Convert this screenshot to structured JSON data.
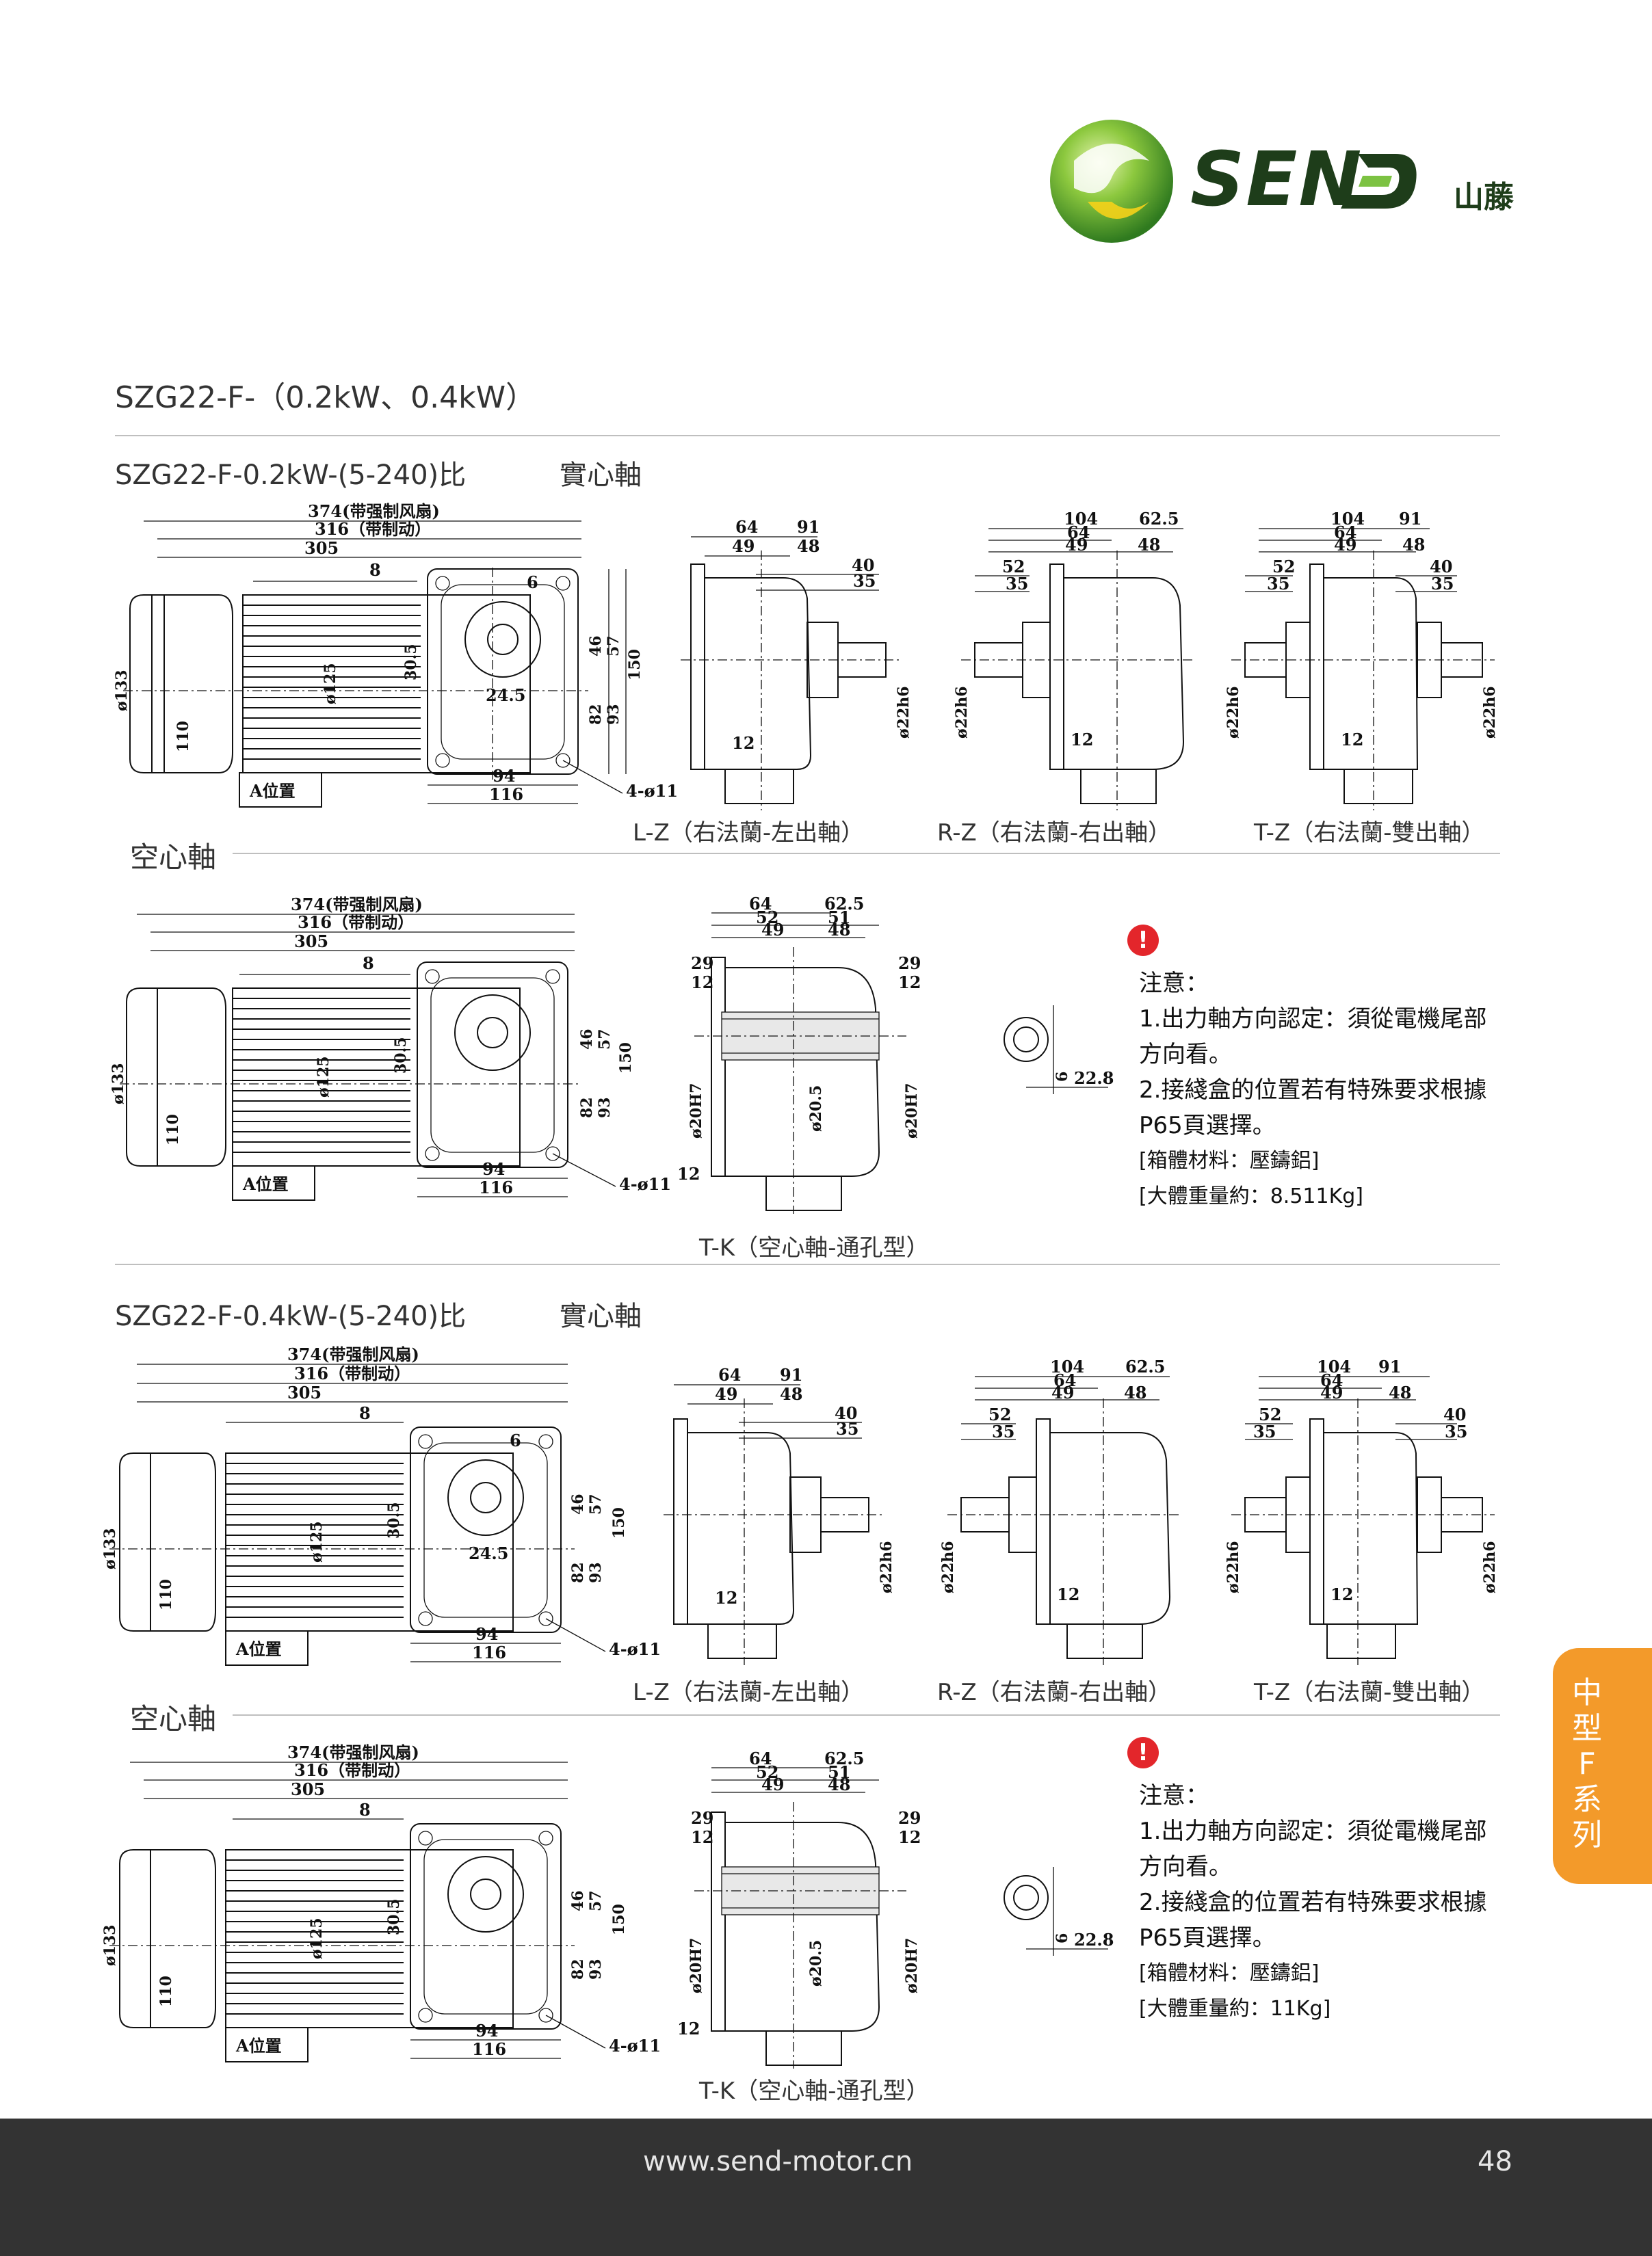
{
  "brand": {
    "name": "SEND",
    "chinese": "山藤",
    "colors": {
      "green": "#7cc242",
      "dark": "#1e3d1a",
      "orange": "#f39a2a"
    }
  },
  "page_title": "SZG22-F-（0.2kW、0.4kW）",
  "sections": [
    {
      "model_title": "SZG22-F-0.2kW-(5-240)比",
      "solid_label": "實心軸",
      "hollow_label": "空心軸",
      "captions": {
        "lz": "L-Z（右法蘭-左出軸）",
        "rz": "R-Z（右法蘭-右出軸）",
        "tz": "T-Z（右法蘭-雙出軸）",
        "tk": "T-K（空心軸-通孔型）"
      },
      "notes": {
        "heading": "注意：",
        "line1": "1.出力軸方向認定：須從電機尾部",
        "line2": "方向看。",
        "line3": "2.接綫盒的位置若有特殊要求根據",
        "line4": "P65頁選擇。",
        "material": "[箱體材料：壓鑄鋁]",
        "weight": "[大體重量約：8.511Kg]"
      }
    },
    {
      "model_title": "SZG22-F-0.4kW-(5-240)比",
      "solid_label": "實心軸",
      "hollow_label": "空心軸",
      "captions": {
        "lz": "L-Z（右法蘭-左出軸）",
        "rz": "R-Z（右法蘭-右出軸）",
        "tz": "T-Z（右法蘭-雙出軸）",
        "tk": "T-K（空心軸-通孔型）"
      },
      "notes": {
        "heading": "注意：",
        "line1": "1.出力軸方向認定：須從電機尾部",
        "line2": "方向看。",
        "line3": "2.接綫盒的位置若有特殊要求根據",
        "line4": "P65頁選擇。",
        "material": "[箱體材料：壓鑄鋁]",
        "weight": "[大體重量約：11Kg]"
      }
    }
  ],
  "dims": {
    "motor_total_fan": "374(带强制风扇)",
    "motor_total_brake": "316（带制动）",
    "motor_len": "305",
    "d8": "8",
    "d6": "6",
    "d46": "46",
    "d57": "57",
    "d150": "150",
    "d82": "82",
    "d93": "93",
    "d30_5": "30.5",
    "d24_5": "24.5",
    "dia125": "ø125",
    "dia133": "ø133",
    "d110": "110",
    "d94": "94",
    "d116": "116",
    "holes": "4-ø11",
    "box": "A位置",
    "d64": "64",
    "d91": "91",
    "d49": "49",
    "d48": "48",
    "d40": "40",
    "d35": "35",
    "d12": "12",
    "d104": "104",
    "d62_5": "62.5",
    "d52": "52",
    "d51": "51",
    "d29": "29",
    "shaft": "ø22h6",
    "hollow_bore": "ø20H7",
    "d20_5": "ø20.5",
    "key6": "6",
    "key22_8": "22.8"
  },
  "side_tab": {
    "text": "中型F系列"
  },
  "footer": {
    "url": "www.send-motor.cn",
    "page": "48"
  }
}
